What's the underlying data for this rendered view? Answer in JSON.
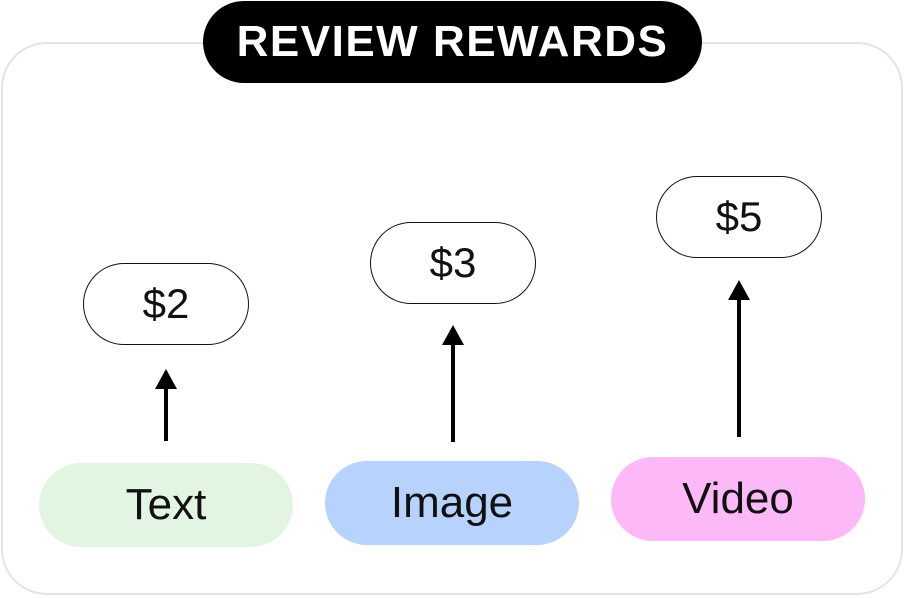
{
  "title": "REVIEW REWARDS",
  "colors": {
    "text_pill": "#e2f5e3",
    "image_pill": "#b7d3fd",
    "video_pill": "#fdb8f8",
    "title_bg": "#000000"
  },
  "rewards": [
    {
      "category": "Text",
      "price": "$2"
    },
    {
      "category": "Image",
      "price": "$3"
    },
    {
      "category": "Video",
      "price": "$5"
    }
  ]
}
